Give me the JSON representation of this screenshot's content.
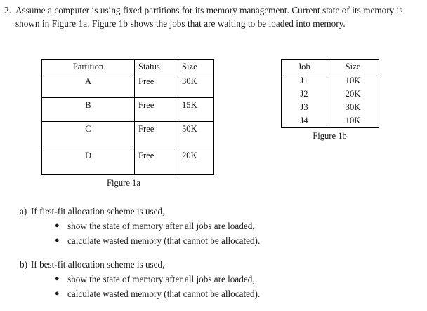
{
  "question": {
    "number": "2.",
    "stem": "Assume a computer is using fixed partitions for its memory management.  Current state of its memory is shown in Figure 1a.  Figure 1b shows the jobs that are waiting to be loaded into memory."
  },
  "figure_1a": {
    "caption": "Figure 1a",
    "headers": [
      "Partition",
      "Status",
      "Size"
    ],
    "rows": [
      {
        "partition": "A",
        "status": "Free",
        "size": "30K"
      },
      {
        "partition": "B",
        "status": "Free",
        "size": "15K"
      },
      {
        "partition": "C",
        "status": "Free",
        "size": "50K"
      },
      {
        "partition": "D",
        "status": "Free",
        "size": "20K"
      }
    ]
  },
  "figure_1b": {
    "caption": "Figure 1b",
    "headers": [
      "Job",
      "Size"
    ],
    "rows": [
      {
        "job": "J1",
        "size": "10K"
      },
      {
        "job": "J2",
        "size": "20K"
      },
      {
        "job": "J3",
        "size": "30K"
      },
      {
        "job": "J4",
        "size": "10K"
      }
    ]
  },
  "subquestions": [
    {
      "label": "a)",
      "text": "If first-fit allocation scheme is used,",
      "bullet_glyph": "●",
      "bullets": [
        "show the state of memory after all jobs are loaded,",
        "calculate wasted memory (that cannot be allocated)."
      ]
    },
    {
      "label": "b)",
      "text": "If best-fit allocation scheme is used,",
      "bullet_glyph": "●",
      "bullets": [
        "show the state of memory after all jobs are loaded,",
        "calculate wasted memory (that cannot be allocated)."
      ]
    }
  ]
}
